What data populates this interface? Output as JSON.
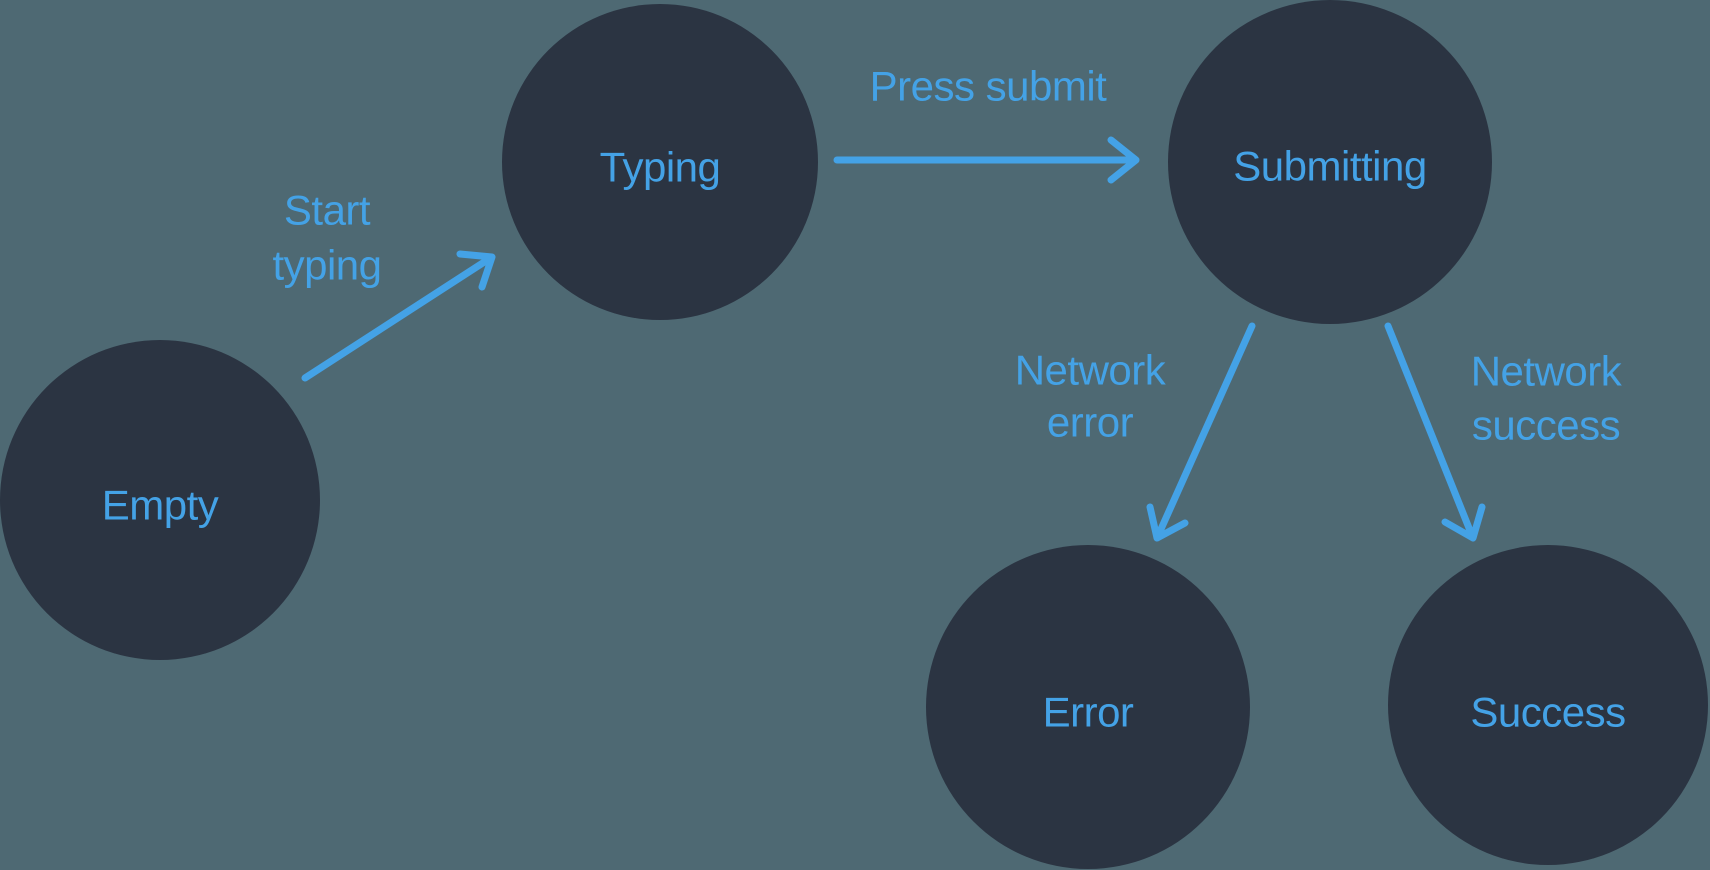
{
  "colors": {
    "background": "#4e6973",
    "node_fill": "#2b3442",
    "accent": "#44a2e6"
  },
  "diagram": {
    "type": "state-machine",
    "nodes": [
      {
        "id": "empty",
        "label": "Empty"
      },
      {
        "id": "typing",
        "label": "Typing"
      },
      {
        "id": "submitting",
        "label": "Submitting"
      },
      {
        "id": "error",
        "label": "Error"
      },
      {
        "id": "success",
        "label": "Success"
      }
    ],
    "edges": [
      {
        "from": "Empty",
        "to": "Typing",
        "label": "Start typing",
        "label_lines": [
          "Start",
          "typing"
        ]
      },
      {
        "from": "Typing",
        "to": "Submitting",
        "label": "Press submit",
        "label_lines": [
          "Press submit"
        ]
      },
      {
        "from": "Submitting",
        "to": "Error",
        "label": "Network error",
        "label_lines": [
          "Network",
          "error"
        ]
      },
      {
        "from": "Submitting",
        "to": "Success",
        "label": "Network success",
        "label_lines": [
          "Network",
          "success"
        ]
      }
    ]
  }
}
